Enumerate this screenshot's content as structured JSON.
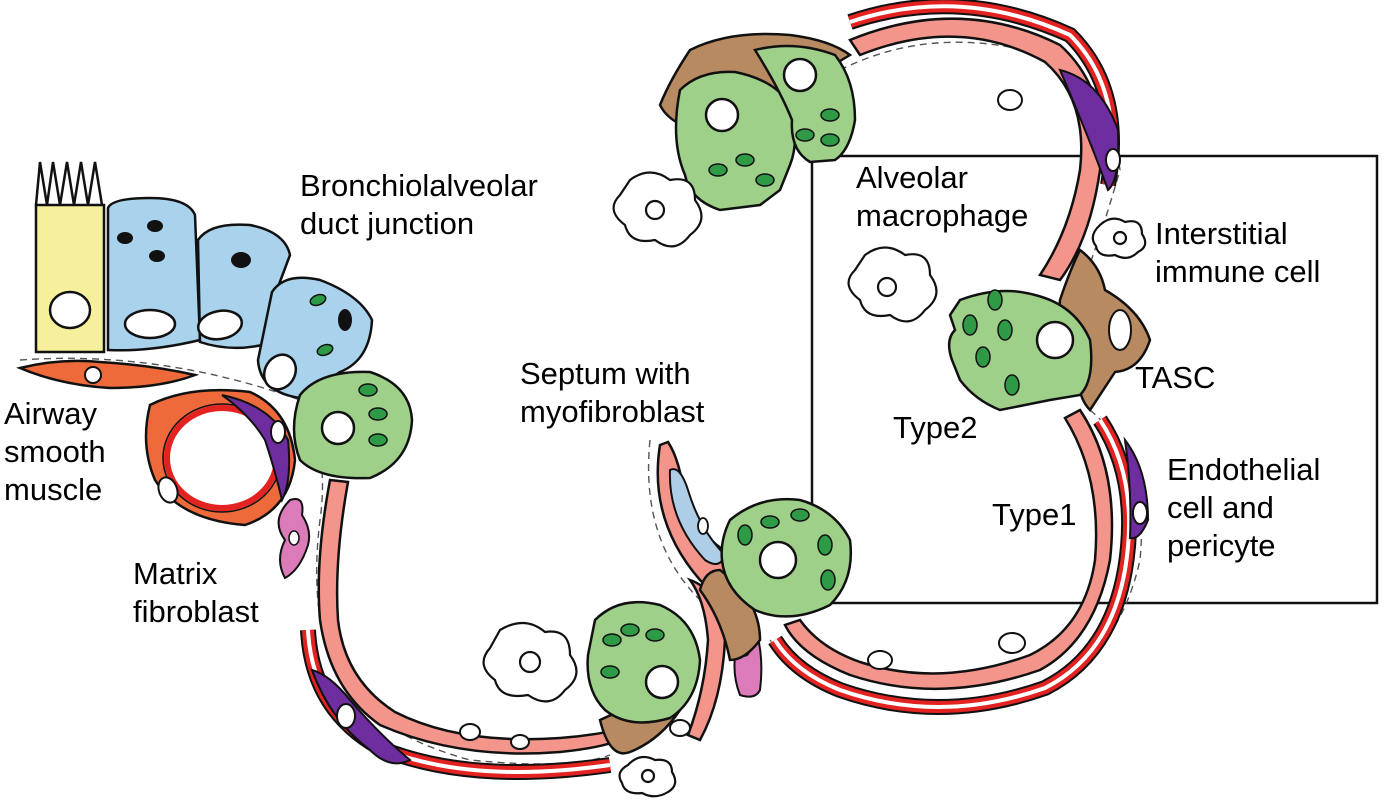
{
  "labels": {
    "bronchiolar_junction": [
      "Bronchiolalveolar",
      "duct junction"
    ],
    "alveolar_macrophage": [
      "Alveolar",
      "macrophage"
    ],
    "interstitial_immune": [
      "Interstitial",
      "immune cell"
    ],
    "airway_smooth_muscle": [
      "Airway",
      "smooth",
      "muscle"
    ],
    "septum": [
      "Septum with",
      "myofibroblast"
    ],
    "tasc": "TASC",
    "type2": "Type2",
    "type1": "Type1",
    "endothelial": [
      "Endothelial",
      "cell and",
      "pericyte"
    ],
    "matrix_fibroblast": [
      "Matrix",
      "fibroblast"
    ]
  },
  "colors": {
    "ciliated_cell": "#f6ef9c",
    "club_cell": "#a9d3ec",
    "type2_cell": "#9ed08a",
    "type2_granule": "#2f9a45",
    "type1_cell": "#f3958b",
    "capillary": "#e32222",
    "fibroblast_brown": "#b88a62",
    "smooth_muscle": "#ee6a3a",
    "pericyte_purple": "#6f2ea0",
    "matrix_fibroblast": "#dc7bb9",
    "myofibroblast": "#aecde6",
    "outline": "#111111"
  }
}
